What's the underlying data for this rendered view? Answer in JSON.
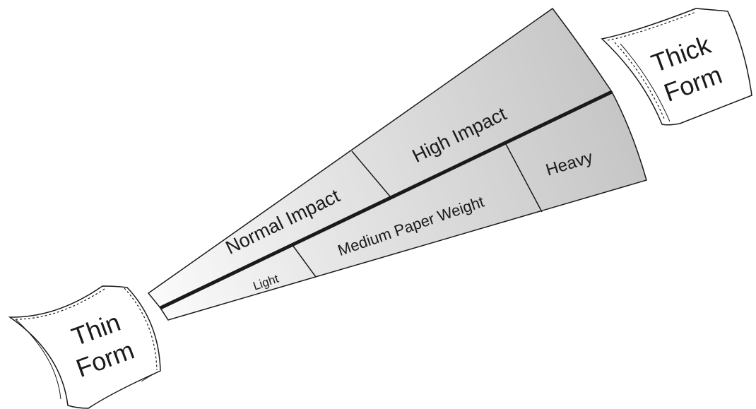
{
  "forms": {
    "thin": {
      "line1": "Thin",
      "line2": "Form"
    },
    "thick": {
      "line1": "Thick",
      "line2": "Form"
    }
  },
  "impact_band": {
    "normal_label": "Normal Impact",
    "high_label": "High Impact"
  },
  "weight_band": {
    "light_label": "Light",
    "medium_label": "Medium Paper Weight",
    "heavy_label": "Heavy"
  },
  "colors": {
    "wedge_light": "#fbfbfb",
    "wedge_dark": "#c4c4c4",
    "outline": "#1a1a1a",
    "text": "#1a1a1a"
  }
}
